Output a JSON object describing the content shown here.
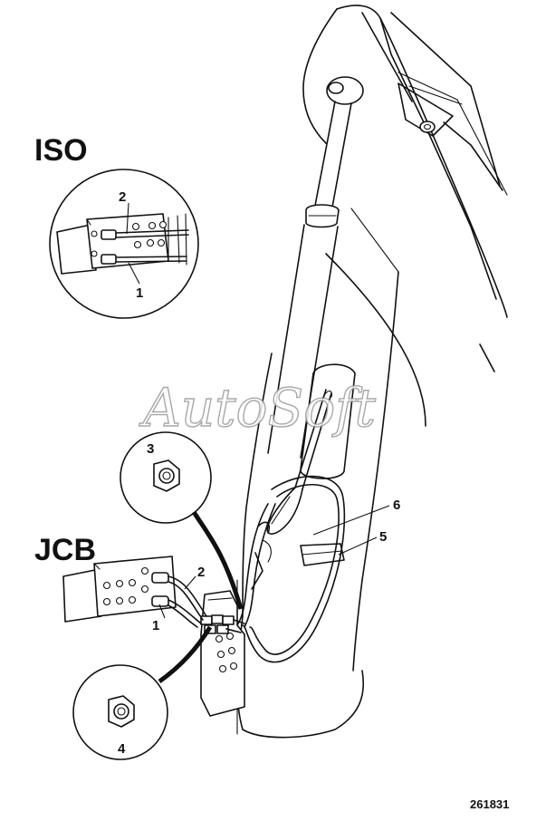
{
  "headings": {
    "iso": "ISO",
    "jcb": "JCB"
  },
  "callouts": {
    "iso_top": "2",
    "iso_bottom": "1",
    "nut_top": "3",
    "nut_bottom": "4",
    "jcb_top": "2",
    "jcb_bottom": "1",
    "hose_6": "6",
    "hose_5": "5"
  },
  "watermark": "AutoSoft",
  "part_number": "261831"
}
